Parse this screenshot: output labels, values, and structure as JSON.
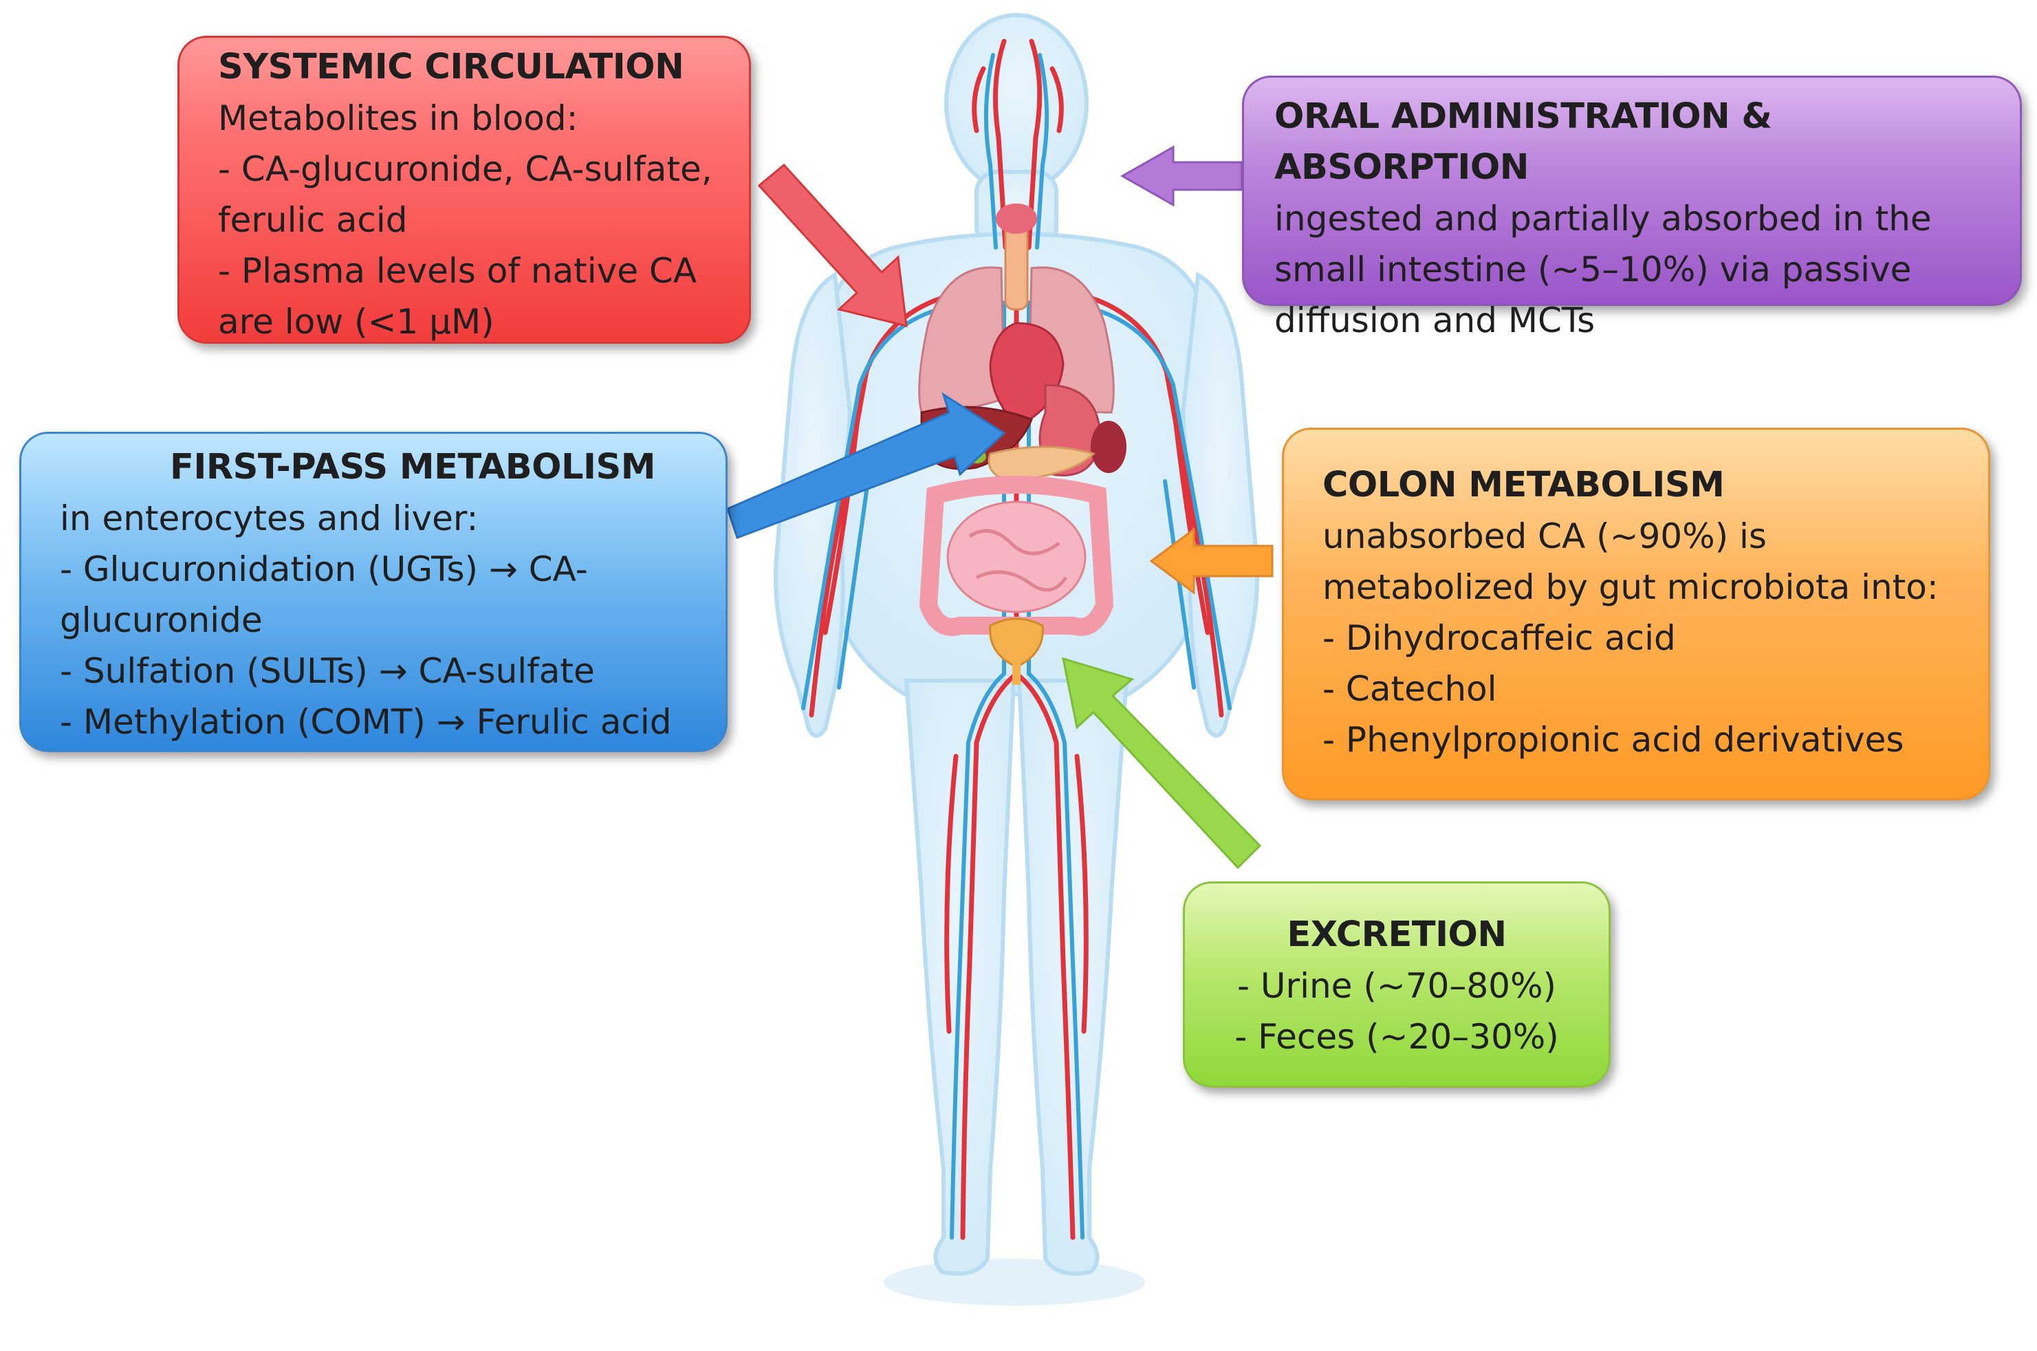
{
  "boxes": {
    "systemic": {
      "title": "SYSTEMIC CIRCULATION",
      "lines": [
        "Metabolites in blood:",
        "- CA-glucuronide, CA-sulfate,",
        "ferulic acid",
        "- Plasma levels of native CA",
        "are low (<1 µM)"
      ]
    },
    "oral": {
      "title": "ORAL ADMINISTRATION & ABSORPTION",
      "lines": [
        "ingested and partially absorbed in the",
        "small intestine (~5–10%) via passive",
        "diffusion and MCTs"
      ]
    },
    "firstpass": {
      "title": "FIRST-PASS METABOLISM",
      "lines": [
        "in enterocytes and liver:",
        "- Glucuronidation (UGTs) → CA-",
        "glucuronide",
        "- Sulfation (SULTs) → CA-sulfate",
        "- Methylation (COMT) → Ferulic acid"
      ]
    },
    "colon": {
      "title": "COLON METABOLISM",
      "lines": [
        "unabsorbed CA (~90%) is",
        "metabolized by gut microbiota into:",
        "- Dihydrocaffeic acid",
        "- Catechol",
        "- Phenylpropionic acid derivatives"
      ]
    },
    "excretion": {
      "title": "EXCRETION",
      "lines": [
        "- Urine (~70–80%)",
        "- Feces (~20–30%)"
      ]
    }
  },
  "colors": {
    "systemic": "#f24a4a",
    "oral": "#a565d0",
    "firstpass": "#3b8fe0",
    "colon": "#ffa235",
    "excretion": "#98d84a",
    "body_outline": "#bfe0f3",
    "artery": "#e0343c",
    "vein": "#3aa0d8"
  }
}
